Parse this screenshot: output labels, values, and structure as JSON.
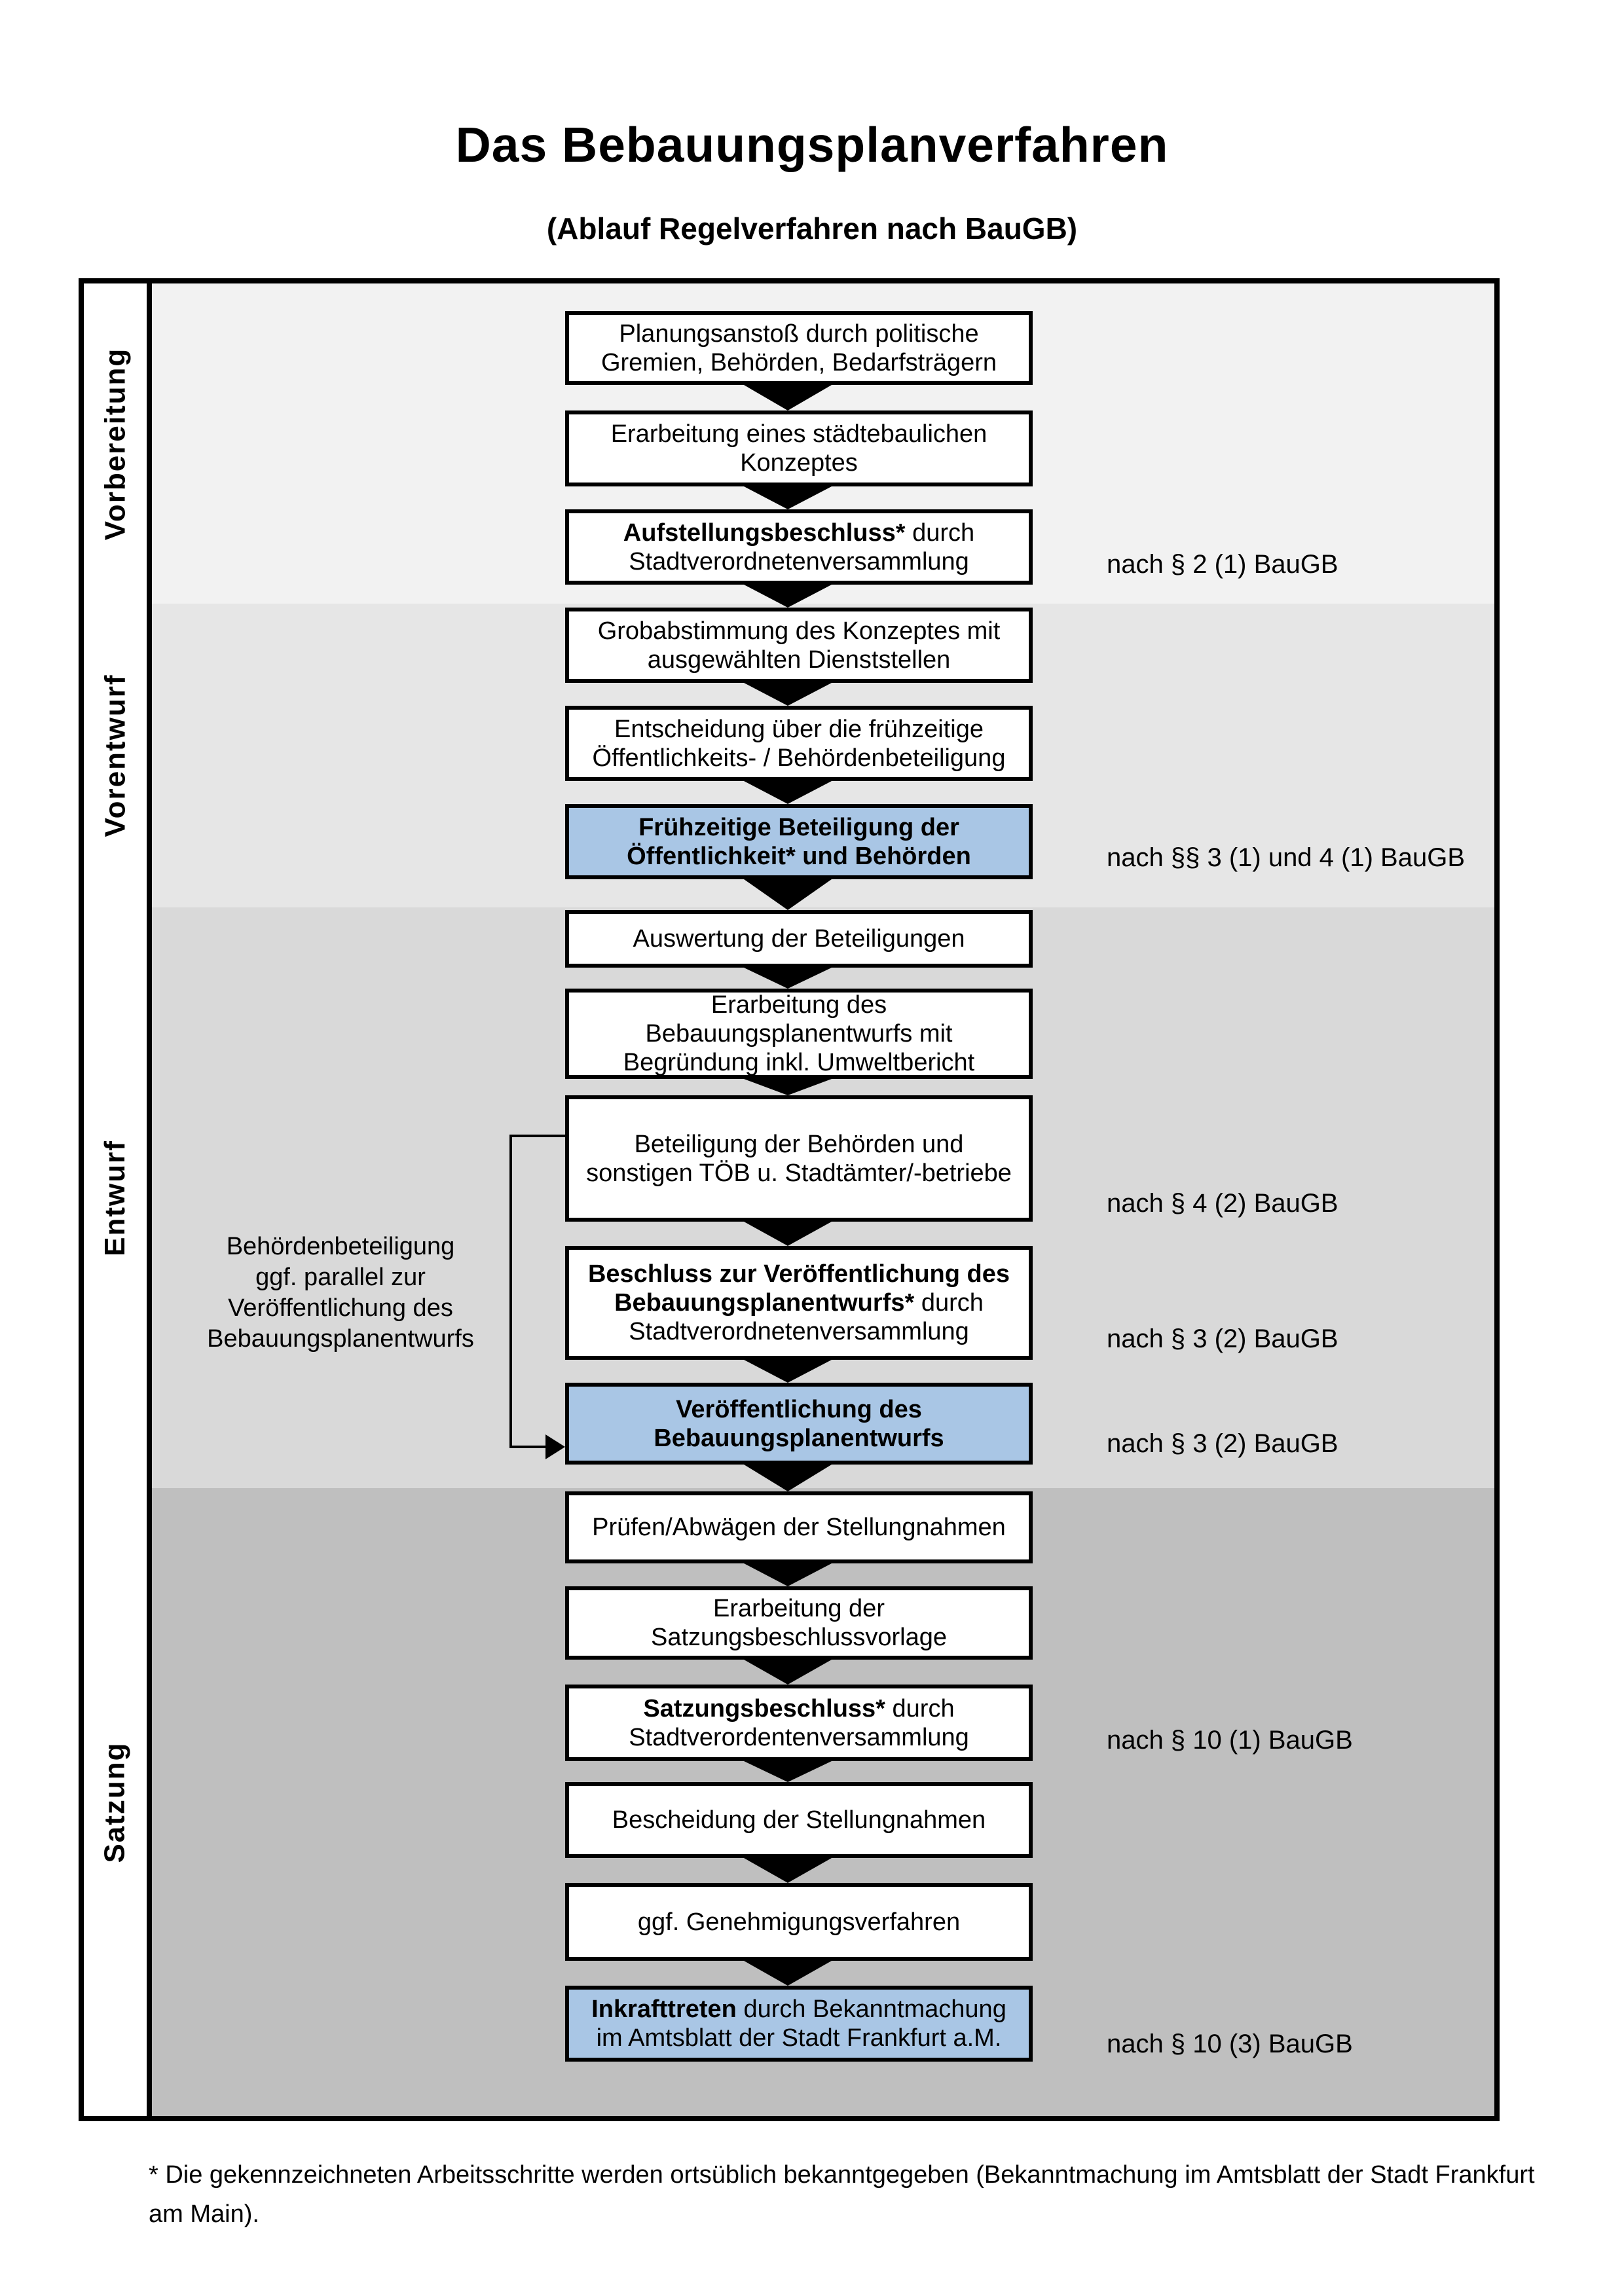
{
  "title": "Das Bebauungsplanverfahren",
  "subtitle": "(Ablauf Regelverfahren nach BauGB)",
  "colors": {
    "highlight_box": "#a9c6e5",
    "box_border": "#000000",
    "section_vorbereitung": "#f2f2f2",
    "section_vorentwurf": "#e6e6e6",
    "section_entwurf": "#d9d9d9",
    "section_satzung": "#bfbfbf"
  },
  "side_note": {
    "lines": [
      "Behördenbeteiligung",
      "ggf. parallel zur",
      "Veröffentlichung des",
      "Bebauungsplanentwurfs"
    ]
  },
  "footnote": "* Die gekennzeichneten Arbeitsschritte werden ortsüblich bekanntgegeben (Bekanntmachung im Amtsblatt der Stadt Frankfurt am Main).",
  "sections": [
    {
      "label": "Vorbereitung",
      "bg": "#f2f2f2",
      "boxes": [
        {
          "name": "planungsanstoss",
          "highlight": false,
          "annotation": null,
          "lines": [
            [
              {
                "t": "Planungsanstoß durch politische",
                "b": false
              }
            ],
            [
              {
                "t": "Gremien, Behörden, Bedarfsträgern",
                "b": false
              }
            ]
          ]
        },
        {
          "name": "staedtebauliches-konzept",
          "highlight": false,
          "annotation": null,
          "lines": [
            [
              {
                "t": "Erarbeitung eines städtebaulichen",
                "b": false
              }
            ],
            [
              {
                "t": "Konzeptes",
                "b": false
              }
            ]
          ]
        },
        {
          "name": "aufstellungsbeschluss",
          "highlight": false,
          "annotation": "nach § 2 (1) BauGB",
          "lines": [
            [
              {
                "t": "Aufstellungsbeschluss*",
                "b": true
              },
              {
                "t": " durch",
                "b": false
              }
            ],
            [
              {
                "t": "Stadtverordnetenversammlung",
                "b": false
              }
            ]
          ]
        }
      ]
    },
    {
      "label": "Vorentwurf",
      "bg": "#e6e6e6",
      "boxes": [
        {
          "name": "grobabstimmung-konzept",
          "highlight": false,
          "annotation": null,
          "lines": [
            [
              {
                "t": "Grobabstimmung des Konzeptes mit",
                "b": false
              }
            ],
            [
              {
                "t": "ausgewählten Dienststellen",
                "b": false
              }
            ]
          ]
        },
        {
          "name": "entscheidung-fruehzeitige-beteiligung",
          "highlight": false,
          "annotation": null,
          "lines": [
            [
              {
                "t": "Entscheidung über die frühzeitige",
                "b": false
              }
            ],
            [
              {
                "t": "Öffentlichkeits- / Behördenbeteiligung",
                "b": false
              }
            ]
          ]
        },
        {
          "name": "fruehzeitige-beteiligung",
          "highlight": true,
          "annotation": "nach §§ 3 (1) und 4 (1) BauGB",
          "lines": [
            [
              {
                "t": "Frühzeitige Beteiligung der",
                "b": true
              }
            ],
            [
              {
                "t": "Öffentlichkeit* und Behörden",
                "b": true
              }
            ]
          ]
        }
      ]
    },
    {
      "label": "Entwurf",
      "bg": "#d9d9d9",
      "boxes": [
        {
          "name": "auswertung-beteiligungen",
          "highlight": false,
          "annotation": null,
          "lines": [
            [
              {
                "t": "Auswertung der Beteiligungen",
                "b": false
              }
            ]
          ]
        },
        {
          "name": "erarbeitung-bebauungsplanentwurf",
          "highlight": false,
          "annotation": null,
          "lines": [
            [
              {
                "t": "Erarbeitung des",
                "b": false
              }
            ],
            [
              {
                "t": "Bebauungsplanentwurfs mit",
                "b": false
              }
            ],
            [
              {
                "t": "Begründung inkl. Umweltbericht",
                "b": false
              }
            ]
          ]
        },
        {
          "name": "beteiligung-behoerden-toeb",
          "highlight": false,
          "annotation": "nach § 4 (2) BauGB",
          "lines": [
            [
              {
                "t": "Beteiligung der Behörden und",
                "b": false
              }
            ],
            [
              {
                "t": "sonstigen TÖB u. Stadtämter/-betriebe",
                "b": false
              }
            ]
          ]
        },
        {
          "name": "beschluss-veroeffentlichung",
          "highlight": false,
          "annotation": "nach § 3 (2) BauGB",
          "lines": [
            [
              {
                "t": "Beschluss zur Veröffentlichung des",
                "b": true
              }
            ],
            [
              {
                "t": "Bebauungsplanentwurfs*",
                "b": true
              },
              {
                "t": " durch",
                "b": false
              }
            ],
            [
              {
                "t": "Stadtverordnetenversammlung",
                "b": false
              }
            ]
          ]
        },
        {
          "name": "veroeffentlichung-bebauungsplanentwurf",
          "highlight": true,
          "annotation": "nach § 3 (2) BauGB",
          "lines": [
            [
              {
                "t": "Veröffentlichung des",
                "b": true
              }
            ],
            [
              {
                "t": "Bebauungsplanentwurfs",
                "b": true
              }
            ]
          ]
        }
      ]
    },
    {
      "label": "Satzung",
      "bg": "#bfbfbf",
      "boxes": [
        {
          "name": "pruefen-abwaegen-stellungnahmen",
          "highlight": false,
          "annotation": null,
          "lines": [
            [
              {
                "t": "Prüfen/Abwägen der Stellungnahmen",
                "b": false
              }
            ]
          ]
        },
        {
          "name": "erarbeitung-satzungsbeschlussvorlage",
          "highlight": false,
          "annotation": null,
          "lines": [
            [
              {
                "t": "Erarbeitung der",
                "b": false
              }
            ],
            [
              {
                "t": "Satzungsbeschlussvorlage",
                "b": false
              }
            ]
          ]
        },
        {
          "name": "satzungsbeschluss",
          "highlight": false,
          "annotation": "nach § 10 (1) BauGB",
          "lines": [
            [
              {
                "t": "Satzungsbeschluss*",
                "b": true
              },
              {
                "t": " durch",
                "b": false
              }
            ],
            [
              {
                "t": "Stadtverordentenversammlung",
                "b": false
              }
            ]
          ]
        },
        {
          "name": "bescheidung-stellungnahmen",
          "highlight": false,
          "annotation": null,
          "lines": [
            [
              {
                "t": "Bescheidung der Stellungnahmen",
                "b": false
              }
            ]
          ]
        },
        {
          "name": "genehmigungsverfahren",
          "highlight": false,
          "annotation": null,
          "lines": [
            [
              {
                "t": "ggf. Genehmigungsverfahren",
                "b": false
              }
            ]
          ]
        },
        {
          "name": "inkrafttreten",
          "highlight": true,
          "annotation": "nach § 10 (3) BauGB",
          "lines": [
            [
              {
                "t": "Inkrafttreten",
                "b": true
              },
              {
                "t": " durch Bekanntmachung",
                "b": false
              }
            ],
            [
              {
                "t": "im Amtsblatt der Stadt Frankfurt a.M.",
                "b": false
              }
            ]
          ]
        }
      ]
    }
  ]
}
